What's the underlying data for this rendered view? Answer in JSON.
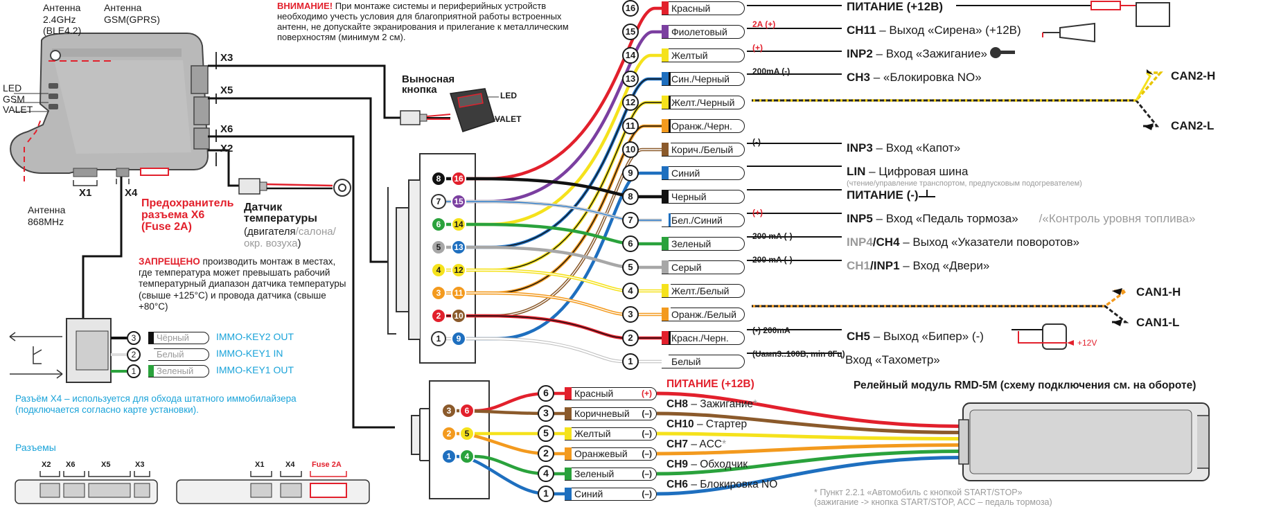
{
  "colors": {
    "red": "#e2202c",
    "violet": "#7b3fa0",
    "yellow": "#f5e21c",
    "blue": "#1e6fbf",
    "black": "#111111",
    "orange": "#f39a1e",
    "brown": "#8b5a2b",
    "green": "#2aa23c",
    "grey": "#a7a7a7",
    "white": "#ffffff",
    "cyan": "#1aa3d9",
    "unit": "#b9b9b9"
  },
  "unit": {
    "antenna_24": [
      "Антенна",
      "2.4GHz",
      "(BLE4.2)"
    ],
    "antenna_gsm": [
      "Антенна",
      "GSM(GPRS)"
    ],
    "antenna_868": [
      "Антенна",
      "868MHz"
    ],
    "side_labels": [
      "LED",
      "GSM",
      "VALET"
    ],
    "ports": [
      "X3",
      "X5",
      "X6",
      "X2",
      "X1",
      "X4"
    ],
    "fuse": [
      "Предохранитель",
      "разъема X6",
      "(Fuse 2A)"
    ]
  },
  "warning": {
    "lead": "ВНИМАНИЕ!",
    "text": "При монтаже системы и периферийных устройств необходимо учесть условия для благоприятной работы встроенных антенн, не допускайте экранирования и прилегание к металлическим поверхностям (минимум 2 см)."
  },
  "button": {
    "title": [
      "Выносная",
      "кнопка"
    ],
    "led": "LED",
    "valet": "VALET"
  },
  "temp": {
    "title": [
      "Датчик",
      "температуры"
    ],
    "l1a": "(двигателя",
    "l1b": "/салона/",
    "l2": "окр. возуха",
    "l2end": ")"
  },
  "forbid": {
    "lead": "ЗАПРЕЩЕНО",
    "text": "производить монтаж в местах, где температура может превышать рабочий температурный диапазон датчика температуры (свыше +125°С) и провода датчика (свыше +80°С)"
  },
  "x4": {
    "wires": [
      {
        "num": "3",
        "color": "Чёрный",
        "label": "IMMO-KEY2 OUT"
      },
      {
        "num": "2",
        "color": "Белый",
        "label": "IMMO-KEY1 IN"
      },
      {
        "num": "1",
        "color": "Зеленый",
        "label": "IMMO-KEY1 OUT"
      }
    ],
    "note": "Разъём X4 – используется для обхода штатного иммобилайзера (подключается согласно карте установки)."
  },
  "connectors": {
    "title": "Разъемы",
    "top": [
      "X2",
      "X6",
      "X5",
      "X3"
    ],
    "bottom": [
      "X1",
      "X4",
      "Fuse 2A"
    ]
  },
  "main_connector": {
    "pins": [
      {
        "a": "8",
        "b": "16"
      },
      {
        "a": "7",
        "b": "15"
      },
      {
        "a": "6",
        "b": "14"
      },
      {
        "a": "5",
        "b": "13"
      },
      {
        "a": "4",
        "b": "12"
      },
      {
        "a": "3",
        "b": "11"
      },
      {
        "a": "2",
        "b": "10"
      },
      {
        "a": "1",
        "b": "9"
      }
    ]
  },
  "wires": [
    {
      "num": "16",
      "color": "Красный",
      "note": "",
      "desc_b": "ПИТАНИЕ (+12В)",
      "desc": ""
    },
    {
      "num": "15",
      "color": "Фиолетовый",
      "note": "2A (+)",
      "desc_b": "CH11",
      "desc": " – Выход «Сирена» (+12В)"
    },
    {
      "num": "14",
      "color": "Желтый",
      "note": "(+)",
      "desc_b": "INP2",
      "desc": " – Вход «Зажигание»"
    },
    {
      "num": "13",
      "color": "Син./Черный",
      "note": "200mA (-)",
      "desc_b": "CH3",
      "desc": " – «Блокировка NO»"
    },
    {
      "num": "12",
      "color": "Желт./Черный",
      "note": "",
      "desc_b": "",
      "desc": ""
    },
    {
      "num": "11",
      "color": "Оранж./Черн.",
      "note": "",
      "desc_b": "",
      "desc": ""
    },
    {
      "num": "10",
      "color": "Корич./Белый",
      "note": "(-)",
      "desc_b": "INP3",
      "desc": " – Вход «Капот»"
    },
    {
      "num": "9",
      "color": "Синий",
      "note": "",
      "desc_b": "LIN",
      "desc": " – Цифровая шина",
      "sub": "(чтение/управление транспортом, предпусковым подогревателем)"
    },
    {
      "num": "8",
      "color": "Черный",
      "note": "",
      "desc_b": "ПИТАНИЕ (-)",
      "desc": ""
    },
    {
      "num": "7",
      "color": "Бел./Синий",
      "note": "(+)",
      "desc_b": "INP5",
      "desc": " – Вход «Педаль тормоза»",
      "extra": "/«Контроль уровня топлива»"
    },
    {
      "num": "6",
      "color": "Зеленый",
      "note": "200 mA (-)",
      "desc_g": "INP4",
      "desc_b": "/CH4",
      "desc": " – Выход «Указатели поворотов»"
    },
    {
      "num": "5",
      "color": "Серый",
      "note": "200 mA (-)",
      "desc_g": "CH1",
      "desc_b": "/INP1",
      "desc": " – Вход «Двери»"
    },
    {
      "num": "4",
      "color": "Желт./Белый",
      "note": "",
      "desc_b": "",
      "desc": ""
    },
    {
      "num": "3",
      "color": "Оранж./Белый",
      "note": "",
      "desc_b": "",
      "desc": ""
    },
    {
      "num": "2",
      "color": "Красн./Черн.",
      "note": "(-) 200mA",
      "desc_b": "CH5",
      "desc": " – Выход «Бипер» (-)"
    },
    {
      "num": "1",
      "color": "Белый",
      "note": "(Uамп3..100В, min 8Гц)",
      "desc_b": "",
      "desc": "Вход «Тахометр»"
    }
  ],
  "can": {
    "h2": "CAN2-H",
    "l2": "CAN2-L",
    "h1": "CAN1-H",
    "l1": "CAN1-L",
    "plus12": "+12V"
  },
  "relay": {
    "title": "Релейный модуль RMD-5M (схему подключения см. на обороте)",
    "pins": [
      {
        "a": "3",
        "b": "6"
      },
      {
        "a": "2",
        "b": "5"
      },
      {
        "a": "1",
        "b": "4"
      }
    ],
    "wires": [
      {
        "num": "6",
        "color": "Красный",
        "pol": "(+)",
        "desc_b": "ПИТАНИЕ (+12В)",
        "desc": "",
        "star": ""
      },
      {
        "num": "3",
        "color": "Коричневый",
        "pol": "(–)",
        "desc_b": "CH8",
        "desc": " – Зажигание",
        "star": "*"
      },
      {
        "num": "5",
        "color": "Желтый",
        "pol": "(–)",
        "desc_b": "CH10",
        "desc": " – Стартер",
        "star": ""
      },
      {
        "num": "2",
        "color": "Оранжевый",
        "pol": "(–)",
        "desc_b": "CH7",
        "desc": " – ACC",
        "star": "*"
      },
      {
        "num": "4",
        "color": "Зеленый",
        "pol": "(–)",
        "desc_b": "CH9",
        "desc": " – Обходчик",
        "star": ""
      },
      {
        "num": "1",
        "color": "Синий",
        "pol": "(–)",
        "desc_b": "CH6",
        "desc": " – Блокировка NO",
        "star": ""
      }
    ],
    "footnote": [
      "*  Пункт 2.2.1 «Автомобиль с кнопкой START/STOP»",
      "(зажигание -> кнопка START/STOP, ACC – педаль тормоза)"
    ]
  }
}
